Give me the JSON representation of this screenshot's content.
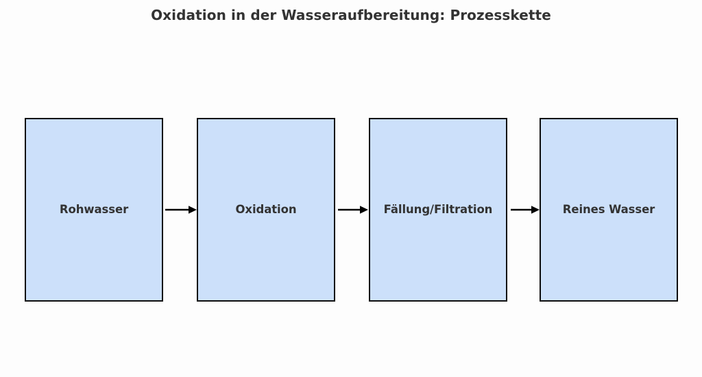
{
  "diagram": {
    "title": "Oxidation in der Wasseraufbereitung: Prozesskette",
    "type": "process-chain-flowchart",
    "orientation": "left-to-right",
    "background_color": "#fdfdfd",
    "box_fill_color": "#cce0fa",
    "box_border_color": "#0d0d0d",
    "text_color": "#333333",
    "arrow_color": "#000000",
    "steps": [
      {
        "id": "step-1",
        "label": "Rohwasser"
      },
      {
        "id": "step-2",
        "label": "Oxidation"
      },
      {
        "id": "step-3",
        "label": "Fällung/Filtration"
      },
      {
        "id": "step-4",
        "label": "Reines Wasser"
      }
    ],
    "connectors": [
      {
        "id": "arrow-1",
        "from": "Rohwasser",
        "to": "Oxidation",
        "glyph": "arrow-right-icon"
      },
      {
        "id": "arrow-2",
        "from": "Oxidation",
        "to": "Fällung/Filtration",
        "glyph": "arrow-right-icon"
      },
      {
        "id": "arrow-3",
        "from": "Fällung/Filtration",
        "to": "Reines Wasser",
        "glyph": "arrow-right-icon"
      }
    ]
  }
}
